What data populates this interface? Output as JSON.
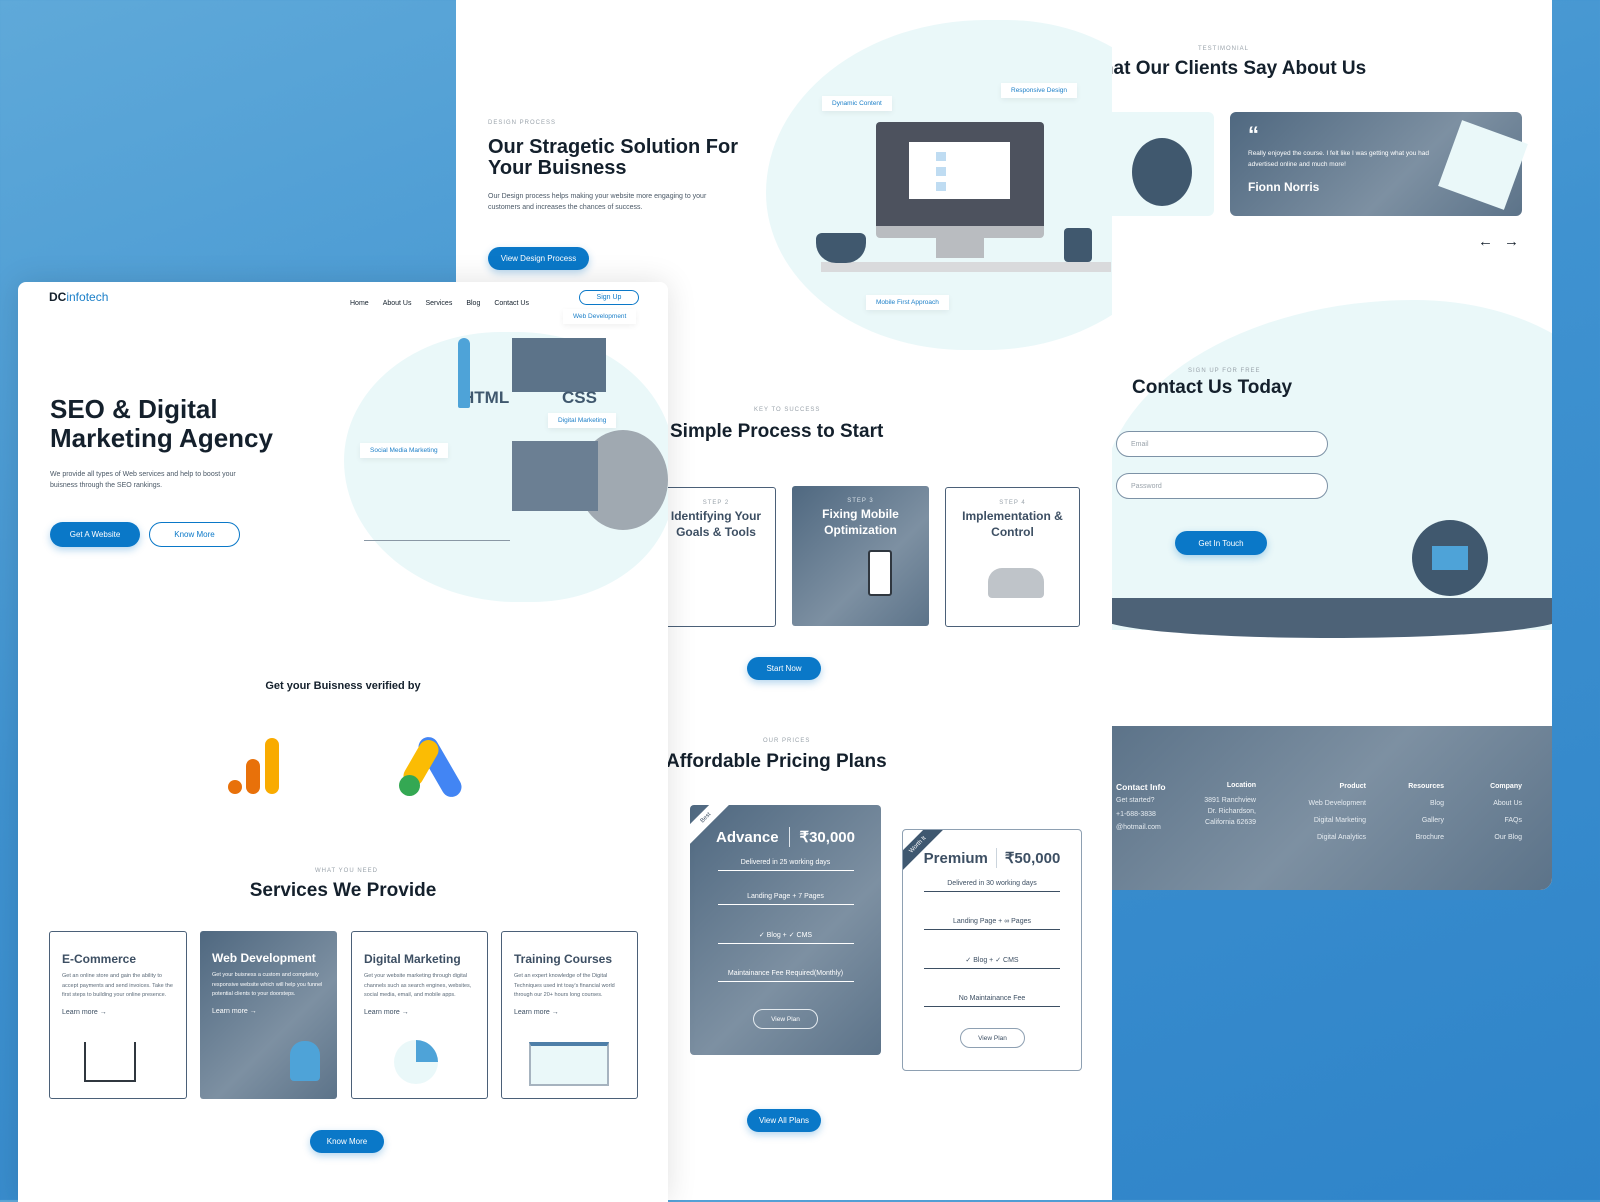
{
  "design": {
    "eyebrow": "DESIGN PROCESS",
    "title1": "Our Stragetic Solution For",
    "title2": "Your Buisness",
    "desc1": "Our Design process helps making your website more engaging to your",
    "desc2": "customers and increases the chances of success.",
    "button": "View Design Process",
    "tags": [
      "Dynamic Content",
      "Responsive Design",
      "Mobile First Approach"
    ]
  },
  "process": {
    "eyebrow": "KEY TO SUCCESS",
    "title": "Simple Process to Start",
    "steps": [
      {
        "label": "STEP 2",
        "title1": "Identifying Your",
        "title2": "Goals & Tools"
      },
      {
        "label": "STEP 3",
        "title1": "Fixing Mobile",
        "title2": "Optimization"
      },
      {
        "label": "STEP 4",
        "title1": "Implementation &",
        "title2": "Control"
      }
    ],
    "button": "Start Now"
  },
  "pricing": {
    "eyebrow": "OUR PRICES",
    "title": "Affordable Pricing Plans",
    "plans": [
      {
        "ribbon": "Best",
        "name": "Advance",
        "price": "₹30,000",
        "rows": [
          "Delivered in 25 working days",
          "Landing Page + 7 Pages",
          "✓ Blog + ✓ CMS",
          "Maintainance Fee Required(Monthly)"
        ],
        "button": "View Plan"
      },
      {
        "ribbon": "Worth It",
        "name": "Premium",
        "price": "₹50,000",
        "rows": [
          "Delivered in 30 working days",
          "Landing Page + ∞ Pages",
          "✓ Blog + ✓ CMS",
          "No Maintainance Fee"
        ],
        "button": "View Plan"
      }
    ],
    "button": "View All Plans"
  },
  "testimonial": {
    "eyebrow": "TESTIMONIAL",
    "title": "What Our Clients Say About Us",
    "quote": "Really enjoyed the course. I felt like I was getting what you had advertised online and much more!",
    "author": "Fionn Norris",
    "prev": "←",
    "next": "→"
  },
  "contact": {
    "eyebrow": "SIGN UP FOR FREE",
    "title": "Contact Us Today",
    "email_placeholder": "Email",
    "password_placeholder": "Password",
    "button": "Get In Touch"
  },
  "footer": {
    "contact": {
      "title": "Contact Info",
      "lines": [
        "Get started?",
        "+1-688-3838",
        "@hotmail.com"
      ]
    },
    "location": {
      "title": "Location",
      "lines": [
        "3891 Ranchview",
        "Dr. Richardson,",
        "California 62639"
      ]
    },
    "product": {
      "title": "Product",
      "items": [
        "Web Development",
        "Digital Marketing",
        "Digital Analytics"
      ]
    },
    "resources": {
      "title": "Resources",
      "items": [
        "Blog",
        "Gallery",
        "Brochure"
      ]
    },
    "company": {
      "title": "Company",
      "items": [
        "About Us",
        "FAQs",
        "Our Blog"
      ]
    }
  },
  "home": {
    "logo_bold": "DC",
    "logo_light": "infotech",
    "nav": [
      "Home",
      "About Us",
      "Services",
      "Blog",
      "Contact Us"
    ],
    "signup": "Sign Up",
    "title1": "SEO & Digital",
    "title2": "Marketing Agency",
    "desc1": "We provide all types of Web services and help to boost your",
    "desc2": "buisness through the SEO rankings.",
    "btn_primary": "Get A Website",
    "btn_secondary": "Know More",
    "tags": [
      "Web Development",
      "Digital Marketing",
      "Social Media Marketing"
    ],
    "html": "HTML",
    "css": "CSS",
    "verified": "Get your Buisness verified by",
    "services_eyebrow": "WHAT YOU NEED",
    "services_title": "Services We Provide",
    "services": [
      {
        "title": "E-Commerce",
        "desc": "Get an online store and gain the ability to accept payments and send invoices. Take the first steps to building your online presence."
      },
      {
        "title": "Web Development",
        "desc": "Get your buisness a custom and completely responsive website which will help you funnel potential clients to your doorsteps."
      },
      {
        "title": "Digital Marketing",
        "desc": "Get your website marketing through digital channels such as search engines, websites, social media, email, and mobile apps."
      },
      {
        "title": "Training Courses",
        "desc": "Get an expert knowledge of the Digital Techniques used int toay's financial world through our 20+ hours long courses."
      }
    ],
    "learn_more": "Learn more →",
    "button": "Know More"
  },
  "colors": {
    "accent": "#0a78c8",
    "dark": "#14202c",
    "slate": "#5c7389",
    "mint": "#eaf8f9"
  }
}
